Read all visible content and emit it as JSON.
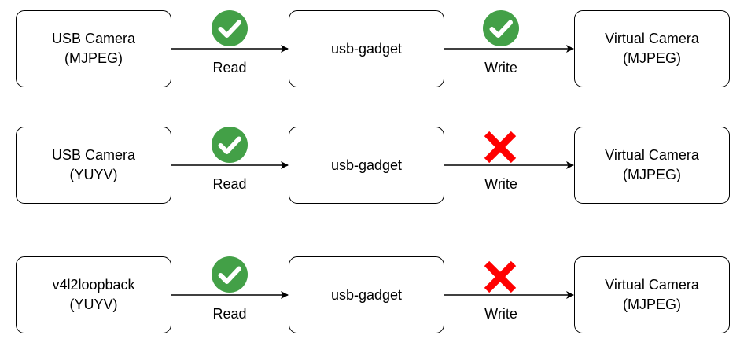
{
  "rows": [
    {
      "source": {
        "line1": "USB Camera",
        "line2": "(MJPEG)"
      },
      "middle": {
        "line1": "usb-gadget"
      },
      "target": {
        "line1": "Virtual Camera",
        "line2": "(MJPEG)"
      },
      "read": {
        "label": "Read",
        "status": "success",
        "icon": "check-circle-icon"
      },
      "write": {
        "label": "Write",
        "status": "success",
        "icon": "check-circle-icon"
      }
    },
    {
      "source": {
        "line1": "USB Camera",
        "line2": "(YUYV)"
      },
      "middle": {
        "line1": "usb-gadget"
      },
      "target": {
        "line1": "Virtual Camera",
        "line2": "(MJPEG)"
      },
      "read": {
        "label": "Read",
        "status": "success",
        "icon": "check-circle-icon"
      },
      "write": {
        "label": "Write",
        "status": "fail",
        "icon": "red-x-icon"
      }
    },
    {
      "source": {
        "line1": "v4l2loopback",
        "line2": "(YUYV)"
      },
      "middle": {
        "line1": "usb-gadget"
      },
      "target": {
        "line1": "Virtual Camera",
        "line2": "(MJPEG)"
      },
      "read": {
        "label": "Read",
        "status": "success",
        "icon": "check-circle-icon"
      },
      "write": {
        "label": "Write",
        "status": "fail",
        "icon": "red-x-icon"
      }
    }
  ],
  "colors": {
    "success": "#43a047",
    "fail": "#ff0000",
    "stroke": "#000000"
  }
}
